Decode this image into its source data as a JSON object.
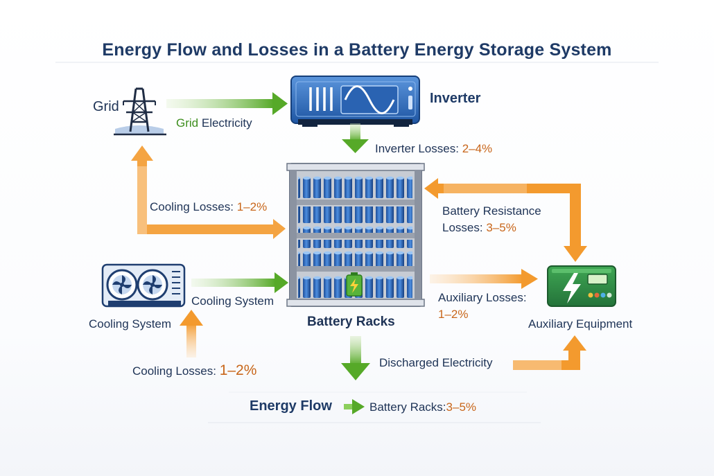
{
  "title": "Energy Flow and Losses in a Battery Energy Storage System",
  "nodes": {
    "grid": "Grid",
    "inverter": "Inverter",
    "battery_racks": "Battery Racks",
    "cooling_system": "Cooling System",
    "auxiliary_equipment": "Auxiliary Equipment"
  },
  "flows": {
    "grid_electricity": {
      "word1": "Grid",
      "word2": "Electricity"
    },
    "inverter_losses": {
      "label": "Inverter Losses:",
      "value": "2–4%"
    },
    "battery_resistance_losses": {
      "line1": "Battery Resistance",
      "line2": "Losses:",
      "value": "3–5%"
    },
    "cooling_losses_upper": {
      "label": "Cooling Losses:",
      "value": "1–2%"
    },
    "cooling_system_flow": "Cooling System",
    "auxiliary_losses": {
      "label": "Auxiliary Losses:",
      "value": "1–2%"
    },
    "cooling_losses_lower": {
      "label": "Cooling Losses:",
      "value": "1–2%"
    },
    "discharged_electricity": "Discharged Electricity"
  },
  "legend": {
    "energy_flow": "Energy Flow",
    "battery_racks": "Battery Racks:",
    "value": "3–5%"
  },
  "colors": {
    "title": "#1e3a66",
    "text": "#1e3356",
    "green_arrow": "#5aab2a",
    "orange_arrow": "#f39a2e",
    "orange_text": "#c8661a",
    "inverter_blue": "#2f6fc0",
    "aux_green": "#2f8a3e"
  },
  "icons": [
    "transmission-tower-icon",
    "sine-wave-icon",
    "battery-cell-icon",
    "fan-icon",
    "lightning-icon"
  ]
}
